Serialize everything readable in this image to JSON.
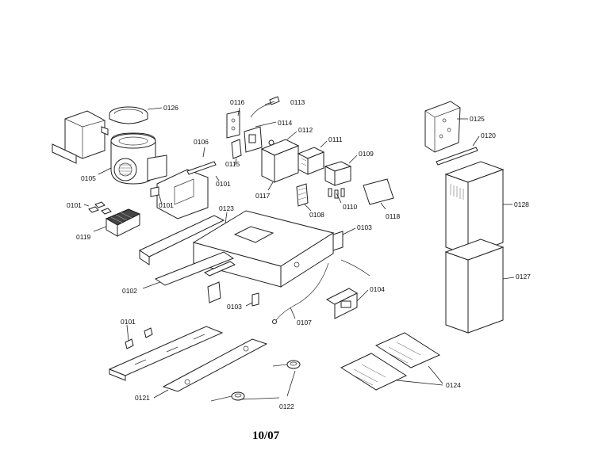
{
  "labels": {
    "p0126": "0126",
    "p0116": "0116",
    "p0113": "0113",
    "p0114": "0114",
    "p0112": "0112",
    "p0111": "0111",
    "p0109": "0109",
    "p0106": "0106",
    "p0105": "0105",
    "p0115": "0115",
    "p0101a": "0101",
    "p0101b": "0101",
    "p0101c": "0101",
    "p0101d": "0101",
    "p0117": "0117",
    "p0108": "0108",
    "p0110": "0110",
    "p0118": "0118",
    "p0123": "0123",
    "p0119": "0119",
    "p0103a": "0103",
    "p0103b": "0103",
    "p0102": "0102",
    "p0104": "0104",
    "p0107": "0107",
    "p0121": "0121",
    "p0122": "0122",
    "p0124": "0124",
    "p0125": "0125",
    "p0120": "0120",
    "p0128": "0128",
    "p0127": "0127"
  },
  "footer": {
    "date_code": "10/07"
  }
}
